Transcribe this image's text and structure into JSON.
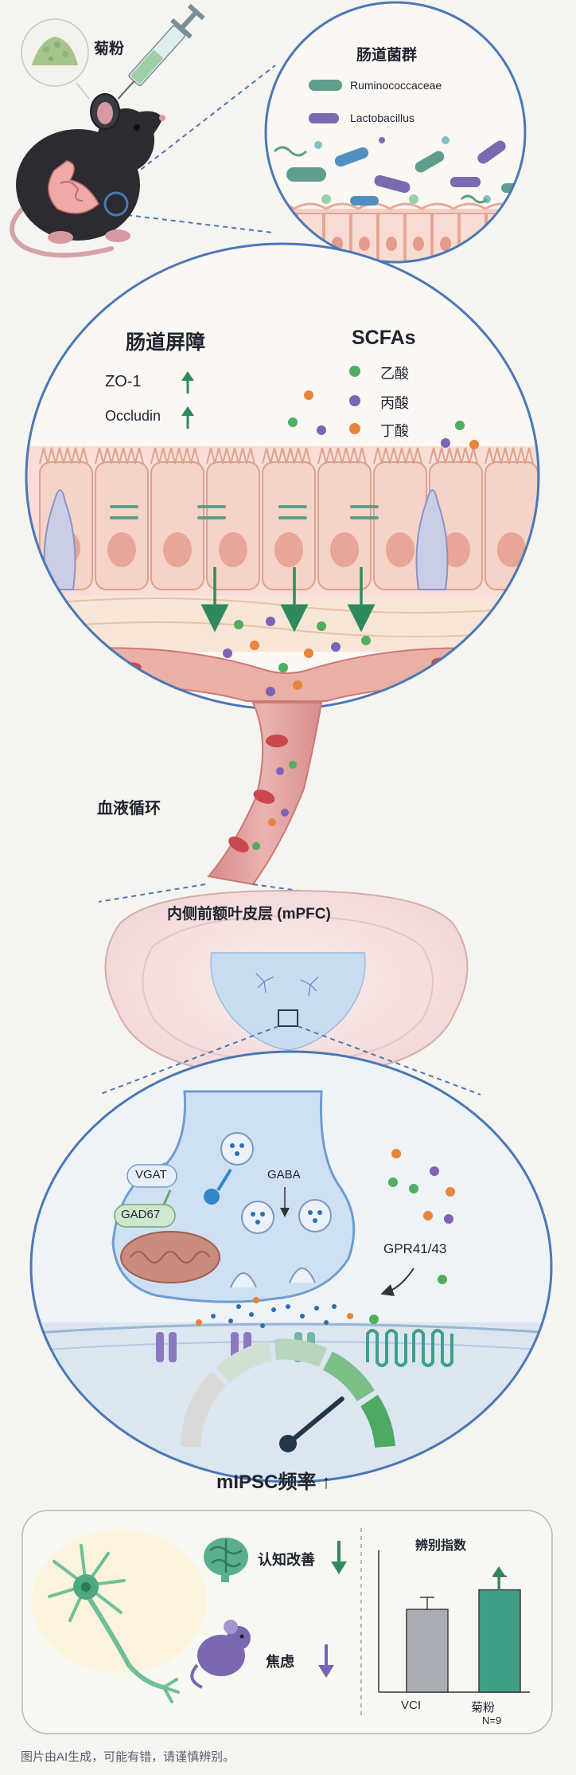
{
  "inulin": {
    "label": "菊粉"
  },
  "gut_flora": {
    "title": "肠道菌群",
    "bacteria": [
      "Ruminococcaceae",
      "Lactobacillus"
    ],
    "colors": {
      "ruminococcaceae": "#5f9e8c",
      "lactobacillus": "#7a6bb0"
    }
  },
  "barrier": {
    "title": "肠道屏障",
    "proteins": [
      {
        "name": "ZO-1",
        "trend": "up"
      },
      {
        "name": "Occludin",
        "trend": "up"
      }
    ]
  },
  "scfas": {
    "title": "SCFAs",
    "items": [
      {
        "label": "乙酸",
        "color": "#4fae5f"
      },
      {
        "label": "丙酸",
        "color": "#7d63b5"
      },
      {
        "label": "丁酸",
        "color": "#e8843c"
      }
    ]
  },
  "circulation": {
    "label": "血液循环"
  },
  "mpfc": {
    "label": "内侧前额叶皮层 (mPFC)"
  },
  "synapse": {
    "vgat": "VGAT",
    "gad67": "GAD67",
    "gaba": "GABA",
    "receptor": "GPR41/43"
  },
  "mipsc": {
    "label": "mIPSC频率 ↑",
    "gauge_level": 0.78
  },
  "behavior": {
    "cognition": {
      "label": "认知改善",
      "trend": "down"
    },
    "anxiety": {
      "label": "焦虑",
      "trend": "down"
    }
  },
  "bar_chart": {
    "title": "辨别指数",
    "categories": [
      "VCI",
      "菊粉"
    ],
    "values": [
      0.55,
      0.68
    ],
    "errors": [
      0.08,
      0.09
    ],
    "colors": [
      "#a9aeb5",
      "#3f9e86"
    ],
    "n_label": "N=9"
  },
  "footer": {
    "disclaimer": "图片由AI生成，可能有错，请谨慎辨别。"
  },
  "colors": {
    "green_arrow": "#2f8a5b",
    "purple_arrow": "#7d63b5",
    "blood": "#c9484b",
    "tissue": "#f6d9cf",
    "synapse_blue": "#cfe0f2"
  }
}
